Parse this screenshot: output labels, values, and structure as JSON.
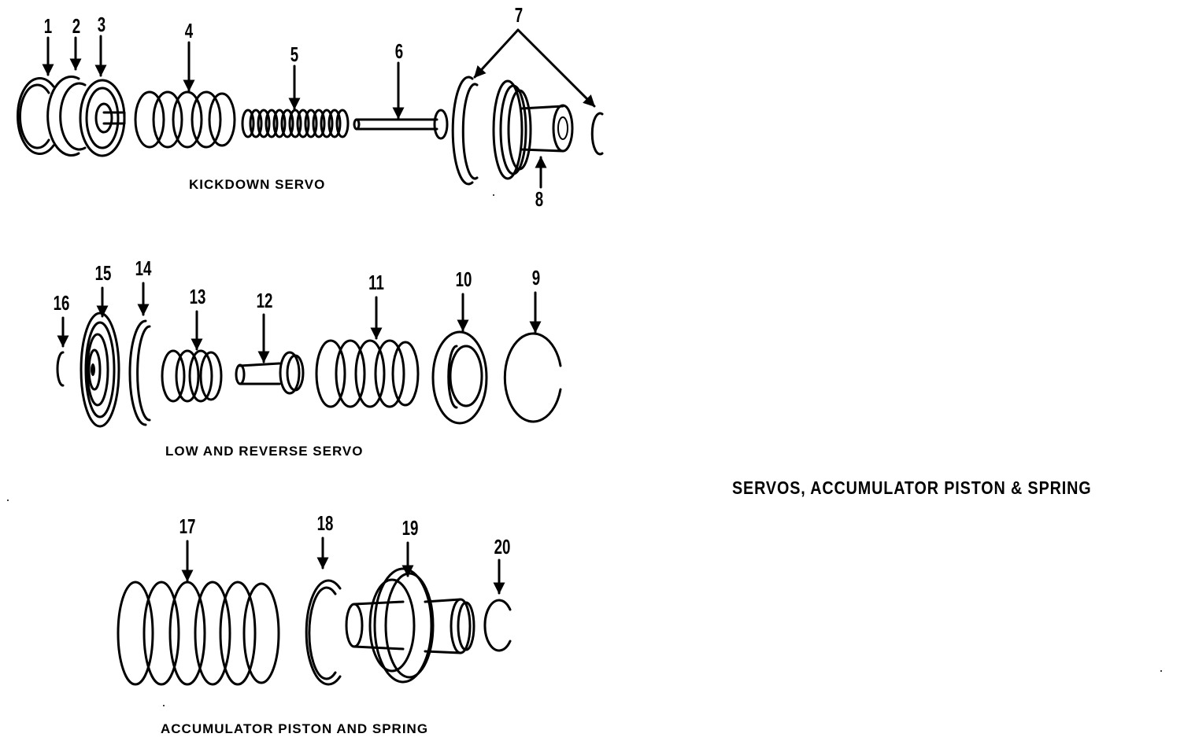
{
  "main_title": "SERVOS, ACCUMULATOR PISTON & SPRING",
  "sections": {
    "kickdown": "KICKDOWN SERVO",
    "low_reverse": "LOW AND REVERSE SERVO",
    "accumulator": "ACCUMULATOR PISTON AND SPRING"
  },
  "callouts": [
    "1",
    "2",
    "3",
    "4",
    "5",
    "6",
    "7",
    "8",
    "9",
    "10",
    "11",
    "12",
    "13",
    "14",
    "15",
    "16",
    "17",
    "18",
    "19",
    "20"
  ]
}
